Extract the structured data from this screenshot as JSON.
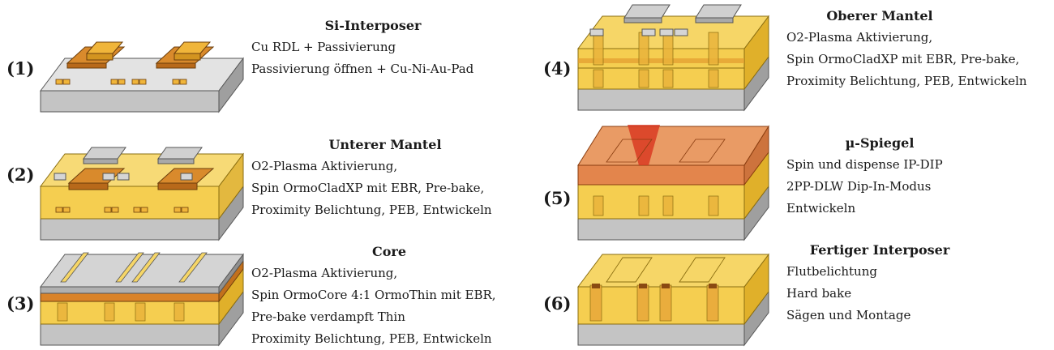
{
  "colors": {
    "gray": "#c9c9c9",
    "gray_dark": "#9e9e9e",
    "yellow": "#f4c93d",
    "orange": "#cf8a2a",
    "laser": "#e04a1e"
  },
  "steps": [
    {
      "num": "(1)",
      "title": "Si-Interposer",
      "lines": [
        "Cu RDL + Passivierung",
        "Passivierung öffnen + Cu-Ni-Au-Pad"
      ]
    },
    {
      "num": "(2)",
      "title": "Unterer Mantel",
      "lines": [
        "O2-Plasma Aktivierung,",
        "Spin OrmoCladXP mit EBR, Pre-bake,",
        "Proximity Belichtung, PEB, Entwickeln"
      ]
    },
    {
      "num": "(3)",
      "title": "Core",
      "lines": [
        "O2-Plasma Aktivierung,",
        "Spin OrmoCore 4:1 OrmoThin mit EBR,",
        "Pre-bake verdampft Thin",
        "Proximity Belichtung, PEB, Entwickeln"
      ]
    },
    {
      "num": "(4)",
      "title": "Oberer Mantel",
      "lines": [
        "O2-Plasma Aktivierung,",
        "Spin OrmoCladXP mit EBR, Pre-bake,",
        "Proximity Belichtung, PEB, Entwickeln"
      ]
    },
    {
      "num": "(5)",
      "title": "µ-Spiegel",
      "lines": [
        "Spin und dispense IP-DIP",
        "2PP-DLW Dip-In-Modus",
        "Entwickeln"
      ]
    },
    {
      "num": "(6)",
      "title": "Fertiger Interposer",
      "lines": [
        "Flutbelichtung",
        "Hard bake",
        "Sägen und Montage"
      ]
    }
  ]
}
